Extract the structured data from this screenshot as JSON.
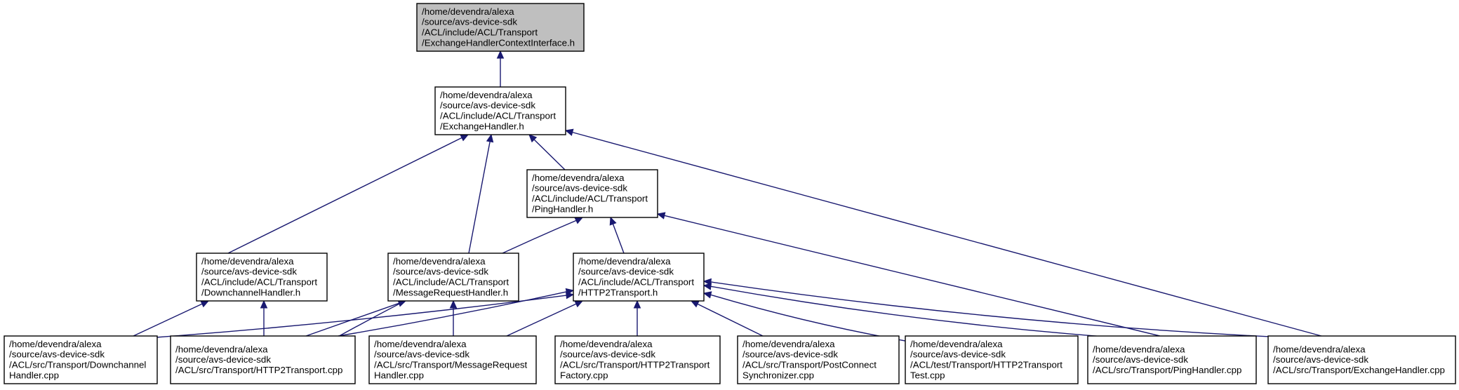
{
  "diagram": {
    "nodes": [
      {
        "id": "context_iface",
        "lines": [
          "/home/devendra/alexa",
          "/source/avs-device-sdk",
          "/ACL/include/ACL/Transport",
          "/ExchangeHandlerContextInterface.h"
        ],
        "highlighted": true
      },
      {
        "id": "exchange_h",
        "lines": [
          "/home/devendra/alexa",
          "/source/avs-device-sdk",
          "/ACL/include/ACL/Transport",
          "/ExchangeHandler.h"
        ],
        "highlighted": false
      },
      {
        "id": "ping_h",
        "lines": [
          "/home/devendra/alexa",
          "/source/avs-device-sdk",
          "/ACL/include/ACL/Transport",
          "/PingHandler.h"
        ],
        "highlighted": false
      },
      {
        "id": "downchannel_h",
        "lines": [
          "/home/devendra/alexa",
          "/source/avs-device-sdk",
          "/ACL/include/ACL/Transport",
          "/DownchannelHandler.h"
        ],
        "highlighted": false
      },
      {
        "id": "msgreq_h",
        "lines": [
          "/home/devendra/alexa",
          "/source/avs-device-sdk",
          "/ACL/include/ACL/Transport",
          "/MessageRequestHandler.h"
        ],
        "highlighted": false
      },
      {
        "id": "http2_h",
        "lines": [
          "/home/devendra/alexa",
          "/source/avs-device-sdk",
          "/ACL/include/ACL/Transport",
          "/HTTP2Transport.h"
        ],
        "highlighted": false
      },
      {
        "id": "downchannel_cpp",
        "lines": [
          "/home/devendra/alexa",
          "/source/avs-device-sdk",
          "/ACL/src/Transport/Downchannel",
          "Handler.cpp"
        ],
        "highlighted": false
      },
      {
        "id": "http2_cpp",
        "lines": [
          "/home/devendra/alexa",
          "/source/avs-device-sdk",
          "/ACL/src/Transport/HTTP2Transport.cpp"
        ],
        "highlighted": false
      },
      {
        "id": "msgreq_cpp",
        "lines": [
          "/home/devendra/alexa",
          "/source/avs-device-sdk",
          "/ACL/src/Transport/MessageRequest",
          "Handler.cpp"
        ],
        "highlighted": false
      },
      {
        "id": "factory_cpp",
        "lines": [
          "/home/devendra/alexa",
          "/source/avs-device-sdk",
          "/ACL/src/Transport/HTTP2Transport",
          "Factory.cpp"
        ],
        "highlighted": false
      },
      {
        "id": "postconnect_cpp",
        "lines": [
          "/home/devendra/alexa",
          "/source/avs-device-sdk",
          "/ACL/src/Transport/PostConnect",
          "Synchronizer.cpp"
        ],
        "highlighted": false
      },
      {
        "id": "test_cpp",
        "lines": [
          "/home/devendra/alexa",
          "/source/avs-device-sdk",
          "/ACL/test/Transport/HTTP2Transport",
          "Test.cpp"
        ],
        "highlighted": false
      },
      {
        "id": "ping_cpp",
        "lines": [
          "/home/devendra/alexa",
          "/source/avs-device-sdk",
          "/ACL/src/Transport/PingHandler.cpp"
        ],
        "highlighted": false
      },
      {
        "id": "exchange_cpp",
        "lines": [
          "/home/devendra/alexa",
          "/source/avs-device-sdk",
          "/ACL/src/Transport/ExchangeHandler.cpp"
        ],
        "highlighted": false
      }
    ],
    "edges": [
      {
        "from": "exchange_h",
        "to": "context_iface"
      },
      {
        "from": "ping_h",
        "to": "exchange_h"
      },
      {
        "from": "downchannel_h",
        "to": "exchange_h"
      },
      {
        "from": "msgreq_h",
        "to": "exchange_h"
      },
      {
        "from": "exchange_cpp",
        "to": "exchange_h"
      },
      {
        "from": "http2_h",
        "to": "ping_h"
      },
      {
        "from": "http2_cpp",
        "to": "ping_h"
      },
      {
        "from": "ping_cpp",
        "to": "ping_h"
      },
      {
        "from": "downchannel_cpp",
        "to": "downchannel_h"
      },
      {
        "from": "http2_cpp",
        "to": "downchannel_h"
      },
      {
        "from": "http2_cpp",
        "to": "msgreq_h"
      },
      {
        "from": "msgreq_cpp",
        "to": "msgreq_h"
      },
      {
        "from": "downchannel_cpp",
        "to": "http2_h"
      },
      {
        "from": "http2_cpp",
        "to": "http2_h"
      },
      {
        "from": "msgreq_cpp",
        "to": "http2_h"
      },
      {
        "from": "factory_cpp",
        "to": "http2_h"
      },
      {
        "from": "postconnect_cpp",
        "to": "http2_h"
      },
      {
        "from": "test_cpp",
        "to": "http2_h"
      },
      {
        "from": "ping_cpp",
        "to": "http2_h"
      },
      {
        "from": "exchange_cpp",
        "to": "http2_h"
      }
    ],
    "colors": {
      "edge": "#191970",
      "highlight_fill": "#bfbfbf",
      "node_fill": "#ffffff",
      "node_border": "#000000"
    }
  }
}
